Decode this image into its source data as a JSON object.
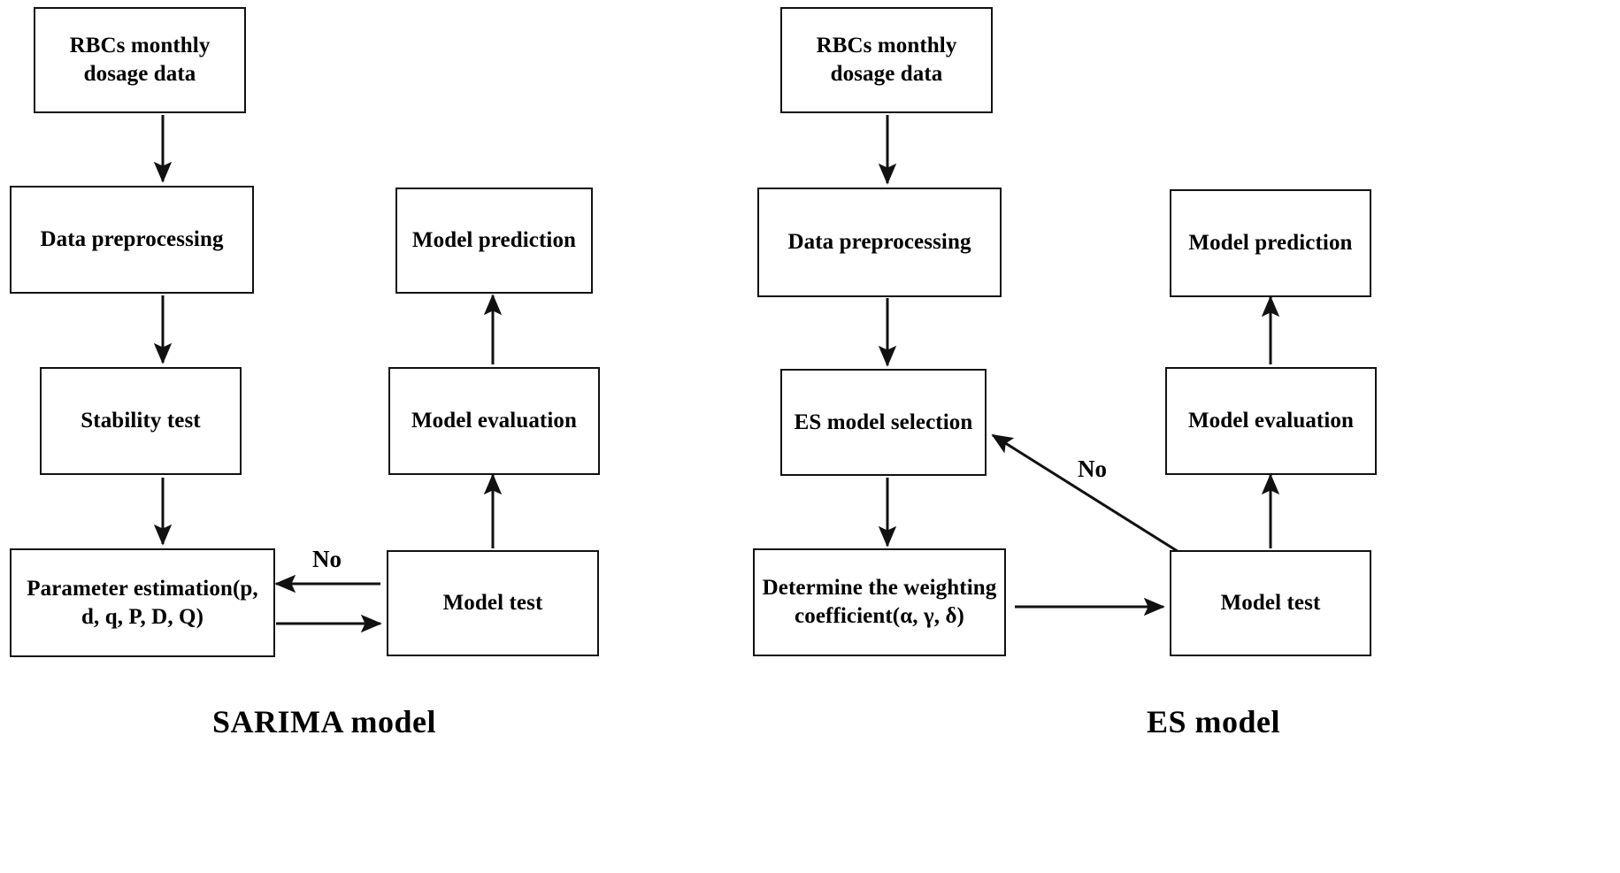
{
  "figure": {
    "type": "flowchart",
    "background": "#ffffff",
    "stroke_color": "#111111",
    "text_color": "#000000",
    "panels": [
      {
        "id": "sarima",
        "title": "SARIMA model",
        "nodes": [
          {
            "id": "s_input",
            "label": "RBCs monthly\ndosage data"
          },
          {
            "id": "s_prep",
            "label": "Data preprocessing"
          },
          {
            "id": "s_stab",
            "label": "Stability test"
          },
          {
            "id": "s_param",
            "label": "Parameter estimation(p,\nd, q, P, D, Q)"
          },
          {
            "id": "s_test",
            "label": "Model test"
          },
          {
            "id": "s_eval",
            "label": "Model evaluation"
          },
          {
            "id": "s_pred",
            "label": "Model prediction"
          }
        ],
        "edges": [
          {
            "from": "s_input",
            "to": "s_prep",
            "label": ""
          },
          {
            "from": "s_prep",
            "to": "s_stab",
            "label": ""
          },
          {
            "from": "s_stab",
            "to": "s_param",
            "label": ""
          },
          {
            "from": "s_param",
            "to": "s_test",
            "label": ""
          },
          {
            "from": "s_test",
            "to": "s_param",
            "label": "No"
          },
          {
            "from": "s_test",
            "to": "s_eval",
            "label": ""
          },
          {
            "from": "s_eval",
            "to": "s_pred",
            "label": ""
          }
        ]
      },
      {
        "id": "es",
        "title": "ES model",
        "nodes": [
          {
            "id": "e_input",
            "label": "RBCs monthly\ndosage data"
          },
          {
            "id": "e_prep",
            "label": "Data preprocessing"
          },
          {
            "id": "e_sel",
            "label": "ES model selection"
          },
          {
            "id": "e_coef",
            "label": "Determine the weighting\ncoefficient(α, γ, δ)"
          },
          {
            "id": "e_test",
            "label": "Model test"
          },
          {
            "id": "e_eval",
            "label": "Model evaluation"
          },
          {
            "id": "e_pred",
            "label": "Model prediction"
          }
        ],
        "edges": [
          {
            "from": "e_input",
            "to": "e_prep",
            "label": ""
          },
          {
            "from": "e_prep",
            "to": "e_sel",
            "label": ""
          },
          {
            "from": "e_sel",
            "to": "e_coef",
            "label": ""
          },
          {
            "from": "e_coef",
            "to": "e_test",
            "label": ""
          },
          {
            "from": "e_test",
            "to": "e_sel",
            "label": "No"
          },
          {
            "from": "e_test",
            "to": "e_eval",
            "label": ""
          },
          {
            "from": "e_eval",
            "to": "e_pred",
            "label": ""
          }
        ]
      }
    ]
  },
  "labels": {
    "sarima_input": "RBCs monthly\ndosage data",
    "sarima_prep": "Data preprocessing",
    "sarima_stability": "Stability test",
    "sarima_param": "Parameter estimation(p,\nd, q, P, D, Q)",
    "sarima_test": "Model test",
    "sarima_eval": "Model evaluation",
    "sarima_pred": "Model prediction",
    "sarima_no": "No",
    "sarima_title": "SARIMA model",
    "es_input": "RBCs monthly\ndosage data",
    "es_prep": "Data preprocessing",
    "es_selection": "ES model selection",
    "es_coef": "Determine the weighting\ncoefficient(α, γ, δ)",
    "es_test": "Model test",
    "es_eval": "Model evaluation",
    "es_pred": "Model prediction",
    "es_no": "No",
    "es_title": "ES model"
  }
}
